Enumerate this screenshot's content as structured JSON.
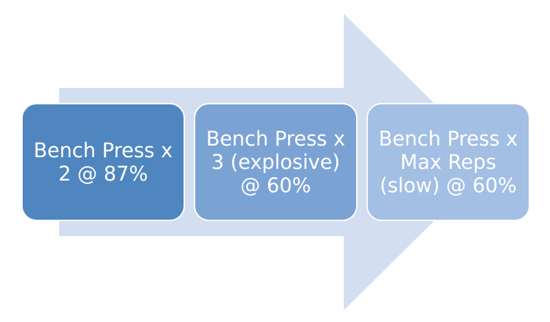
{
  "colors": {
    "arrow": "#d3dff0",
    "step_1": "#4f86bf",
    "step_2": "#7aa3d4",
    "step_3": "#a3bfe3",
    "text": "#ffffff"
  },
  "steps": [
    {
      "label": "Bench Press x 2 @ 87%"
    },
    {
      "label": "Bench Press x 3 (explosive) @ 60%"
    },
    {
      "label": "Bench Press x Max Reps (slow) @ 60%"
    }
  ]
}
